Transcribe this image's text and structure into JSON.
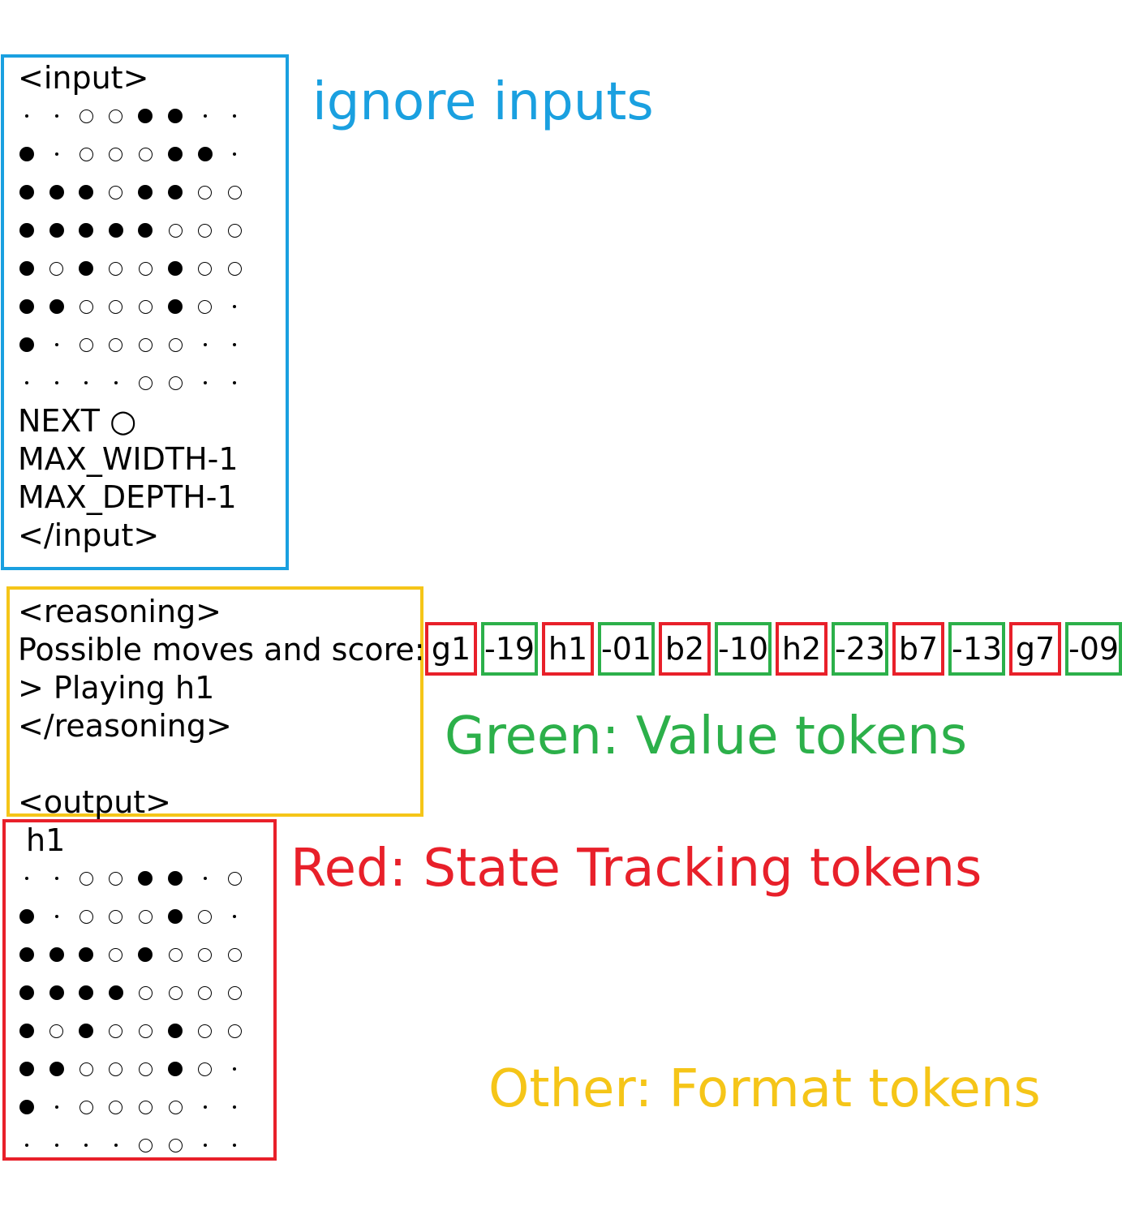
{
  "colors": {
    "input": "#1aa0e0",
    "format": "#f5c518",
    "state": "#e8202a",
    "value": "#2cb04a"
  },
  "legend": {
    "ignore": "ignore inputs",
    "value": "Green: Value tokens",
    "state": "Red: State Tracking tokens",
    "format": "Other: Format tokens"
  },
  "input": {
    "open_tag": "<input>",
    "board": [
      "..ooxx..",
      "x.oooxx.",
      "xxxoxxoo",
      "xxxxxooo",
      "xoxooxoo",
      "xxoooxo.",
      "x.oooo..",
      "....oo.."
    ],
    "next": "NEXT ○",
    "max_width": "MAX_WIDTH-1",
    "max_depth": "MAX_DEPTH-1",
    "close_tag": "</input>"
  },
  "reasoning": {
    "open_tag": "<reasoning>",
    "moves_label": "Possible moves and score:",
    "playing": "> Playing h1",
    "close_tag": "</reasoning>",
    "output_tag": "<output>"
  },
  "tokens": [
    {
      "text": "g1",
      "kind": "state"
    },
    {
      "text": "-19",
      "kind": "value"
    },
    {
      "text": "h1",
      "kind": "state"
    },
    {
      "text": "-01",
      "kind": "value"
    },
    {
      "text": "b2",
      "kind": "state"
    },
    {
      "text": "-10",
      "kind": "value"
    },
    {
      "text": "h2",
      "kind": "state"
    },
    {
      "text": "-23",
      "kind": "value"
    },
    {
      "text": "b7",
      "kind": "state"
    },
    {
      "text": "-13",
      "kind": "value"
    },
    {
      "text": "g7",
      "kind": "state"
    },
    {
      "text": "-09",
      "kind": "value"
    }
  ],
  "output": {
    "move": "h1",
    "board": [
      "..ooxx.o",
      "x.oooxo.",
      "xxxoxooo",
      "xxxxoooo",
      "xoxooxoo",
      "xxoooxo.",
      "x.oooo..",
      "....oo.."
    ]
  }
}
